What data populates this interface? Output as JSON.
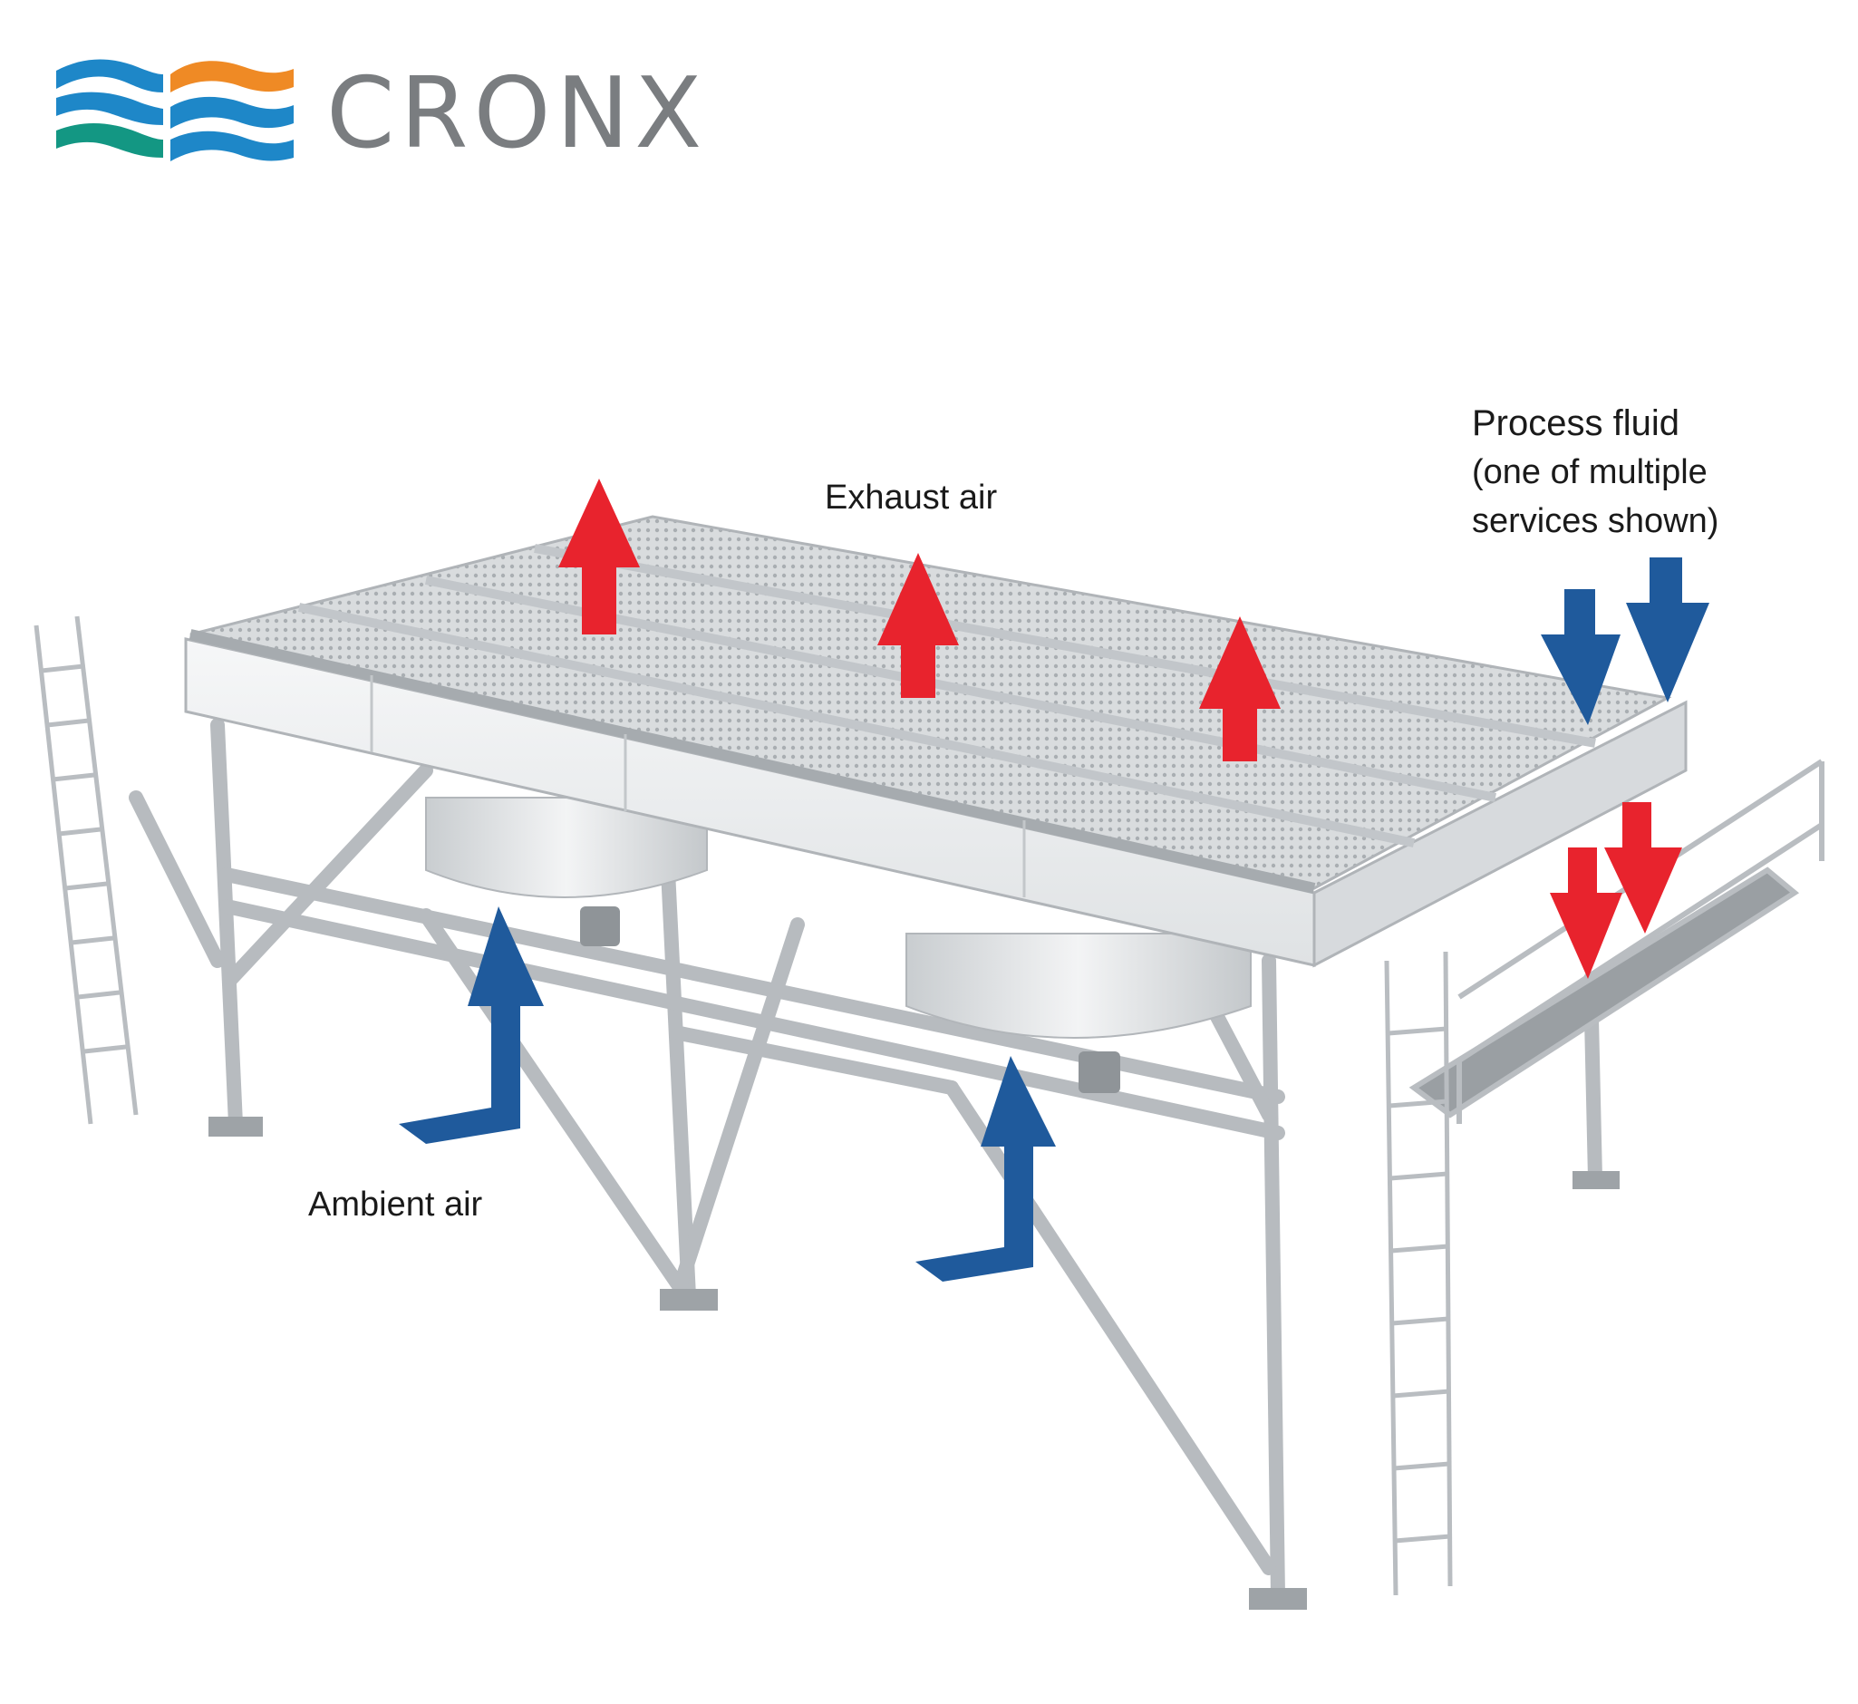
{
  "brand": {
    "name": "CRONX",
    "text_color": "#7a7d80"
  },
  "logo": {
    "colors": {
      "blue": "#1e87c8",
      "orange": "#ef8a25",
      "teal": "#139783"
    }
  },
  "labels": {
    "exhaust_air": "Exhaust air",
    "ambient_air": "Ambient air",
    "process_fluid": "Process fluid",
    "process_fluid_note_1": "(one of multiple",
    "process_fluid_note_2": "services shown)"
  },
  "colors": {
    "hot_arrow": "#e8232d",
    "cold_arrow": "#1f5a9c",
    "steel": "#b9bdc1",
    "panel": "#eceeef"
  }
}
